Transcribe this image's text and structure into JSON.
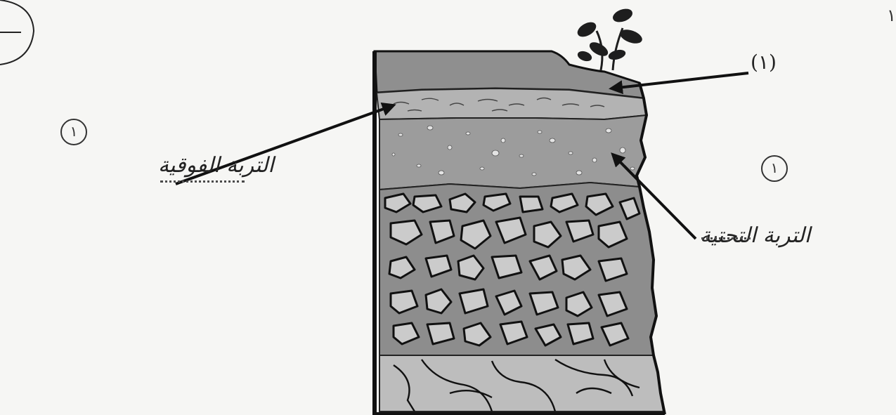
{
  "labels": {
    "top_number": "(١)",
    "left_answer": "التربة الفوقية",
    "right_answer": "التربة التحتية",
    "left_score": "١",
    "right_score": "١",
    "corner_mark": "١"
  },
  "colors": {
    "stroke": "#1a1a1a",
    "topsoil": "#8f8f8f",
    "band": "#b0b0b0",
    "subsoil": "#9a9a9a",
    "rocks_bg": "#8d8d8d",
    "rock_fill": "#c9c9c9",
    "bedrock": "#bdbdbd",
    "plant": "#1e1e1e"
  }
}
